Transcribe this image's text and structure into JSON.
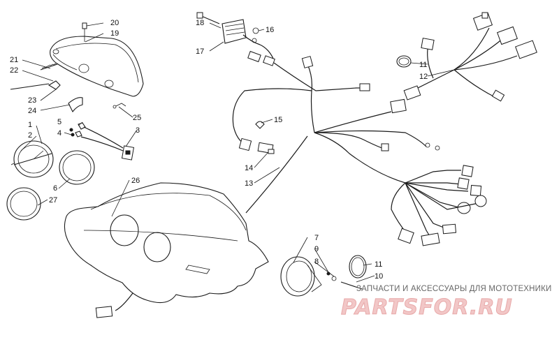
{
  "callouts": {
    "c1": "1",
    "c2": "2",
    "c3": "3",
    "c4": "4",
    "c5": "5",
    "c6": "6",
    "c7": "7",
    "c8": "8",
    "c9": "9",
    "c10": "10",
    "c11a": "11",
    "c11b": "11",
    "c12": "12",
    "c13": "13",
    "c14": "14",
    "c15": "15",
    "c16": "16",
    "c17": "17",
    "c18": "18",
    "c19": "19",
    "c20": "20",
    "c21": "21",
    "c22": "22",
    "c23": "23",
    "c24": "24",
    "c25": "25",
    "c26": "26",
    "c27": "27"
  },
  "watermark": {
    "subtitle": "ЗАПЧАСТИ И АКСЕССУАРЫ ДЛЯ МОТОТЕХНИКИ",
    "logo": "PARTSFOR.RU",
    "color": "#e8a9a9"
  }
}
